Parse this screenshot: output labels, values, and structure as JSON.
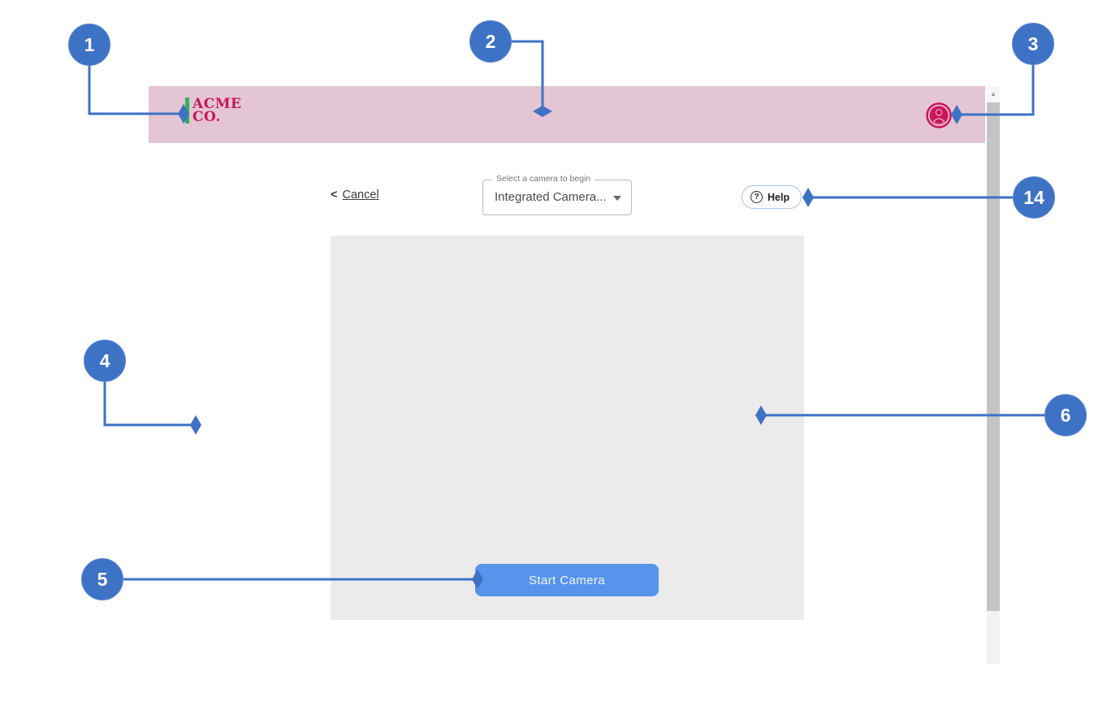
{
  "header": {
    "logo_line1": "ACME",
    "logo_line2": "CO."
  },
  "nav": {
    "back_chevron": "<",
    "cancel_label": "Cancel"
  },
  "camera_select": {
    "label": "Select a camera to begin",
    "value": "Integrated Camera..."
  },
  "help": {
    "icon": "?",
    "label": "Help"
  },
  "preview": {
    "start_button_label": "Start Camera"
  },
  "scrollbar": {
    "up_arrow": "▲"
  },
  "callouts": [
    {
      "label": "1"
    },
    {
      "label": "2"
    },
    {
      "label": "3"
    },
    {
      "label": "4"
    },
    {
      "label": "5"
    },
    {
      "label": "6"
    },
    {
      "label": "14"
    }
  ],
  "colors": {
    "header_background": "#e3c5d3",
    "logo_text": "#c9155c",
    "logo_accent_green": "#2db457",
    "avatar_crimson": "#cc1458",
    "callout_blue": "#3e72c4",
    "start_button_blue": "#5794ec",
    "preview_gray": "#ebebeb",
    "help_border_blue": "#aac4ef",
    "scroll_thumb_gray": "#c4c4c4"
  }
}
